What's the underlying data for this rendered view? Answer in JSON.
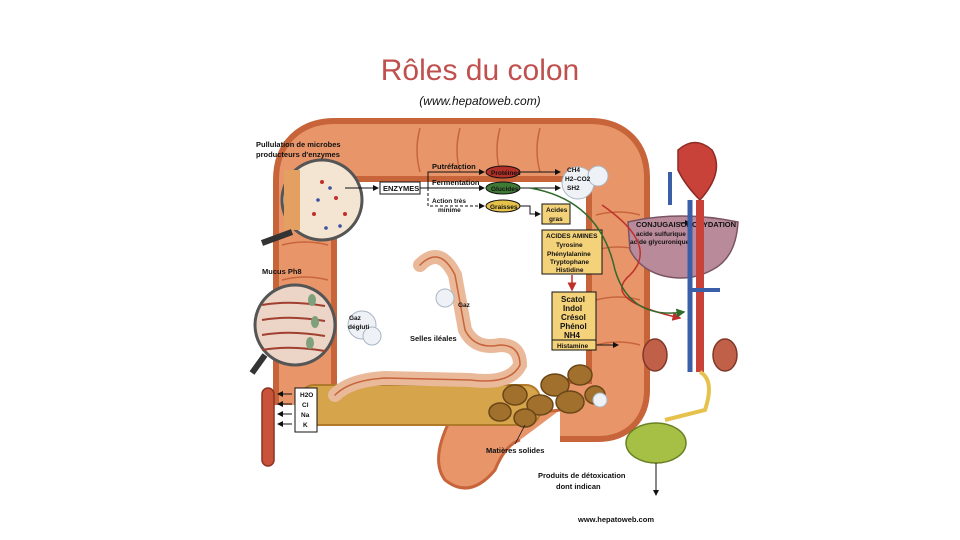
{
  "title": "Rôles du colon",
  "subtitle": "(www.hepatoweb.com)",
  "diagram": {
    "microbes_label_line1": "Pullulation de microbes",
    "microbes_label_line2": "producteurs d'enzymes",
    "mucus_label": "Mucus Ph8",
    "enzymes": "ENZYMES",
    "putrefaction": "Putréfaction",
    "fermentation": "Fermentation",
    "action_line1": "Action très",
    "action_line2": "minime",
    "proteines": "Protéines",
    "glucides": "Glucides",
    "graisses": "Graisses",
    "gas_products": [
      "CH4",
      "H2–CO2",
      "SH2"
    ],
    "acides_gras": [
      "Acides",
      "gras"
    ],
    "acides_amines": [
      "ACIDES AMINES",
      "Tyrosine",
      "Phénylalanine",
      "Tryptophane",
      "Histidine"
    ],
    "toxic_products": [
      "Scatol",
      "Indol",
      "Crésol",
      "Phénol",
      "NH4"
    ],
    "histamine": "Histamine",
    "conjugaison": "CONJUGAISON",
    "oxydation": "OXYDATION",
    "acide_sulfurique": "acide sulfurique",
    "acide_glycuronique": "acide glycuronique",
    "gaz": "Gaz",
    "gaz_deglut": [
      "Gaz",
      "dégluti"
    ],
    "selles_ileales": "Selles iléales",
    "electrolytes": [
      "H2O",
      "Cl",
      "Na",
      "K"
    ],
    "matieres_solides": "Matières solides",
    "detox_line1": "Produits de détoxication",
    "detox_line2": "dont indican",
    "watermark": "www.hepatoweb.com"
  },
  "colors": {
    "title": "#c0504d",
    "colon": "#e8956a",
    "colon_dark": "#c7643a",
    "liver": "#b98a9a",
    "green_arrow": "#2f6b2a",
    "red_arrow": "#c0302a",
    "box_fill": "#f3d27a"
  }
}
